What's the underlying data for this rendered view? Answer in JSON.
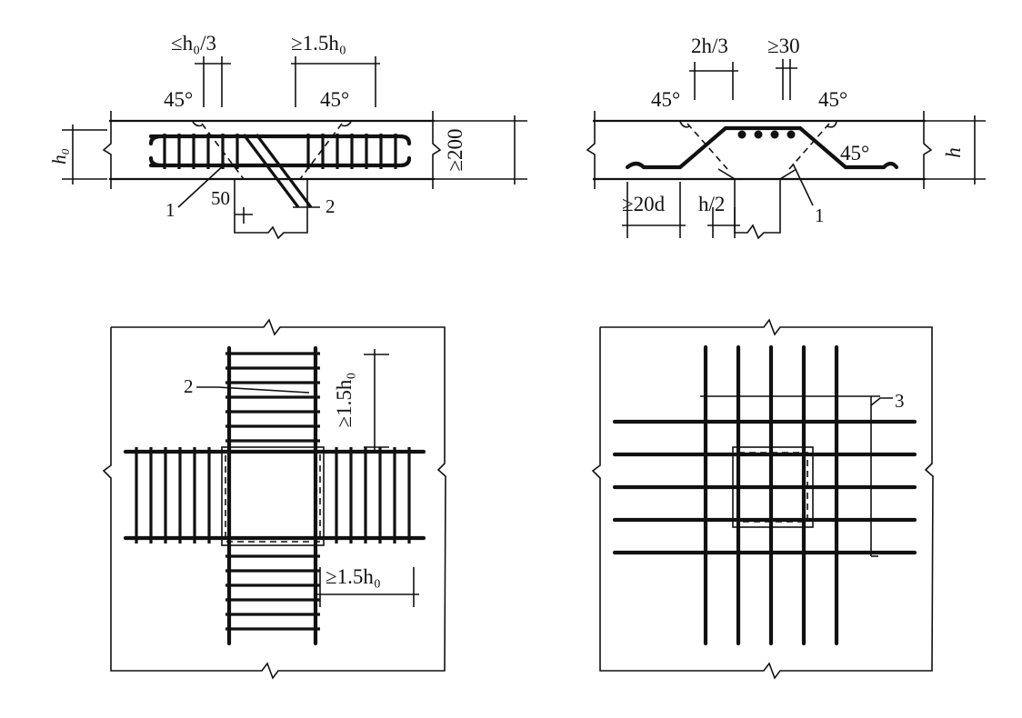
{
  "labels": {
    "stirrup_first_max": "≤h₀/3",
    "stirrup_extend_min": "≥1.5h₀",
    "angle": "45°",
    "slab_min_thickness": "≥200",
    "height_h0": "h₀",
    "gap_50": "50",
    "callout_1": "1",
    "callout_2": "2",
    "callout_3": "3",
    "bent_zone": "2h/3",
    "cover_min": "≥30",
    "height_h": "h",
    "anchor_length": "≥20d",
    "half_h": "h/2",
    "plan_extend_vertical": "≥1.5h₀",
    "plan_extend_horizontal": "≥1.5h₀"
  },
  "colors": {
    "line": "#111111",
    "background": "#ffffff"
  }
}
